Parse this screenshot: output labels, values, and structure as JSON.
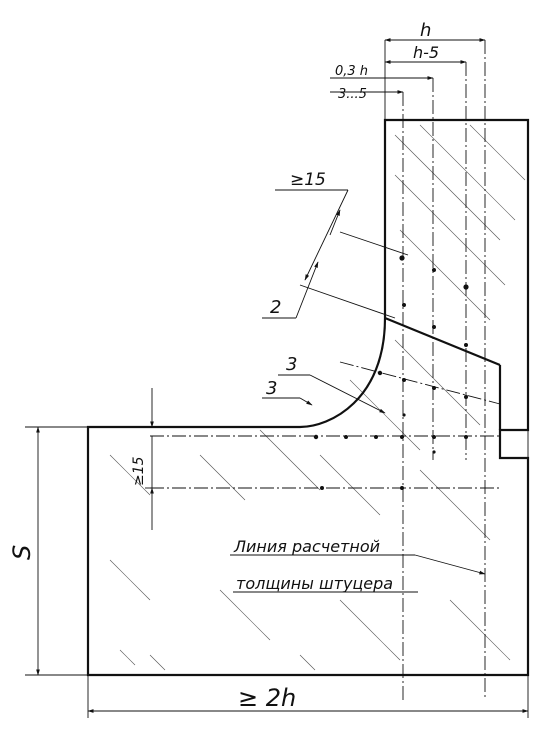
{
  "dimensions": {
    "h": "h",
    "h_minus_5": "h-5",
    "point3h": "0,3 h",
    "range_3_5": "3...5",
    "min15_top": "≥15",
    "two": "2",
    "three_a": "3",
    "three_b": "3",
    "min15_side": "≥15",
    "S": "S",
    "min2h": "≥ 2h"
  },
  "label": {
    "line1": "Линия расчетной",
    "line2": "толщины штуцера"
  }
}
